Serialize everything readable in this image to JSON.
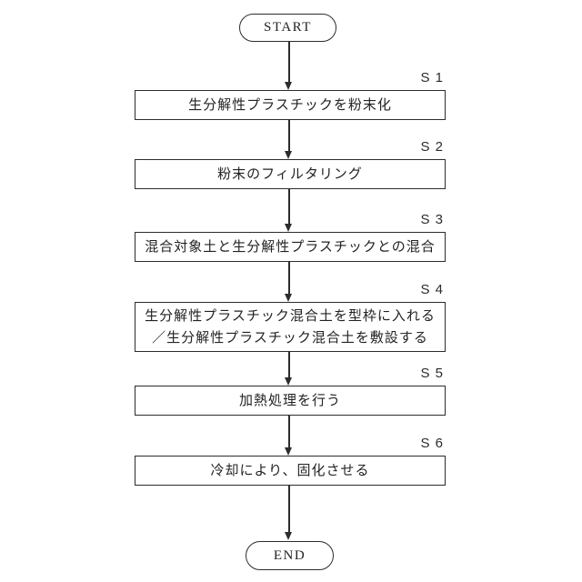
{
  "diagram": {
    "start_label": "START",
    "end_label": "END",
    "steps": [
      {
        "id": "S 1",
        "lines": [
          "生分解性プラスチックを粉末化"
        ]
      },
      {
        "id": "S 2",
        "lines": [
          "粉末のフィルタリング"
        ]
      },
      {
        "id": "S 3",
        "lines": [
          "混合対象土と生分解性プラスチックとの混合"
        ]
      },
      {
        "id": "S 4",
        "lines": [
          "生分解性プラスチック混合土を型枠に入れる",
          "／生分解性プラスチック混合土を敷設する"
        ]
      },
      {
        "id": "S 5",
        "lines": [
          "加熱処理を行う"
        ]
      },
      {
        "id": "S 6",
        "lines": [
          "冷却により、固化させる"
        ]
      }
    ],
    "colors": {
      "line": "#2c2c2c",
      "background": "#ffffff"
    }
  }
}
